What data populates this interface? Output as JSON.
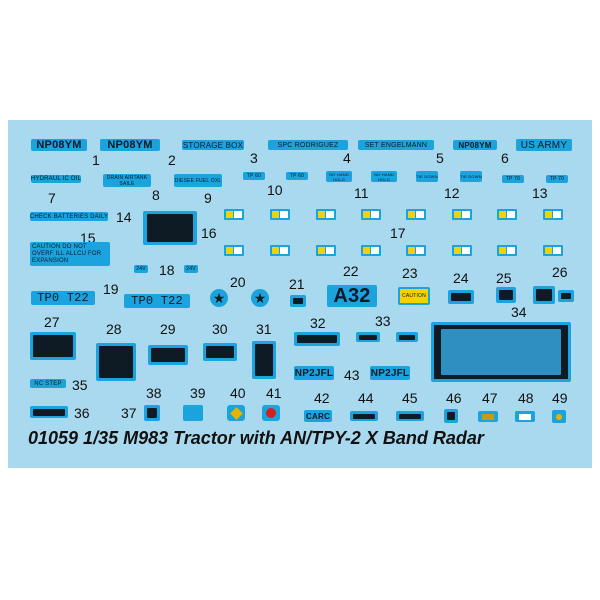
{
  "caption": "01059 1/35 M983 Tractor with AN/TPY-2 X Band Radar",
  "colors": {
    "sheet": "#a9d9ee",
    "decal": "#1aa3dc",
    "ink": "#0a1a2a",
    "warning_yellow": "#f2d200"
  },
  "decals": {
    "d1": "NP08YM",
    "d2": "NP08YM",
    "d3": "STORAGE BOX",
    "d4": "SPC RODRIGUEZ",
    "d5": "SET ENGELMANN",
    "d6": "NP08YM",
    "d6b": "US ARMY",
    "d7": "HYDRAUL IC OIL",
    "d8": "DRAIN AIRTANK SAILE",
    "d9": "DIESEE FUEL OXL",
    "d10a": "TP 60",
    "d10b": "TP 60",
    "d11a": "NO HAND HOLD",
    "d11b": "NO HAND HOLD",
    "d12a": "TIE DOWN",
    "d12b": "TIE DOWN",
    "d13a": "TP 70",
    "d13b": "TP 70",
    "d14": "CHECK BATTERIES DAILY",
    "d15": "CAUTION DO NOT OVERF ILL ALLCU FOR EXPANSION",
    "d18a": "24V",
    "d18b": "24V",
    "d19a": "TP0  T22",
    "d19b": "TP0  T22",
    "d22": "A32",
    "d23": "CAUTION",
    "d35": "NC STEP",
    "d42": "CARC",
    "d43a": "NP2JFL",
    "d43b": "NP2JFL"
  },
  "numbers": [
    "1",
    "2",
    "3",
    "4",
    "5",
    "6",
    "7",
    "8",
    "9",
    "10",
    "11",
    "12",
    "13",
    "14",
    "15",
    "16",
    "17",
    "18",
    "19",
    "20",
    "21",
    "22",
    "23",
    "24",
    "25",
    "26",
    "27",
    "28",
    "29",
    "30",
    "31",
    "32",
    "33",
    "34",
    "35",
    "36",
    "37",
    "38",
    "39",
    "40",
    "41",
    "42",
    "43",
    "44",
    "45",
    "46",
    "47",
    "48",
    "49"
  ]
}
